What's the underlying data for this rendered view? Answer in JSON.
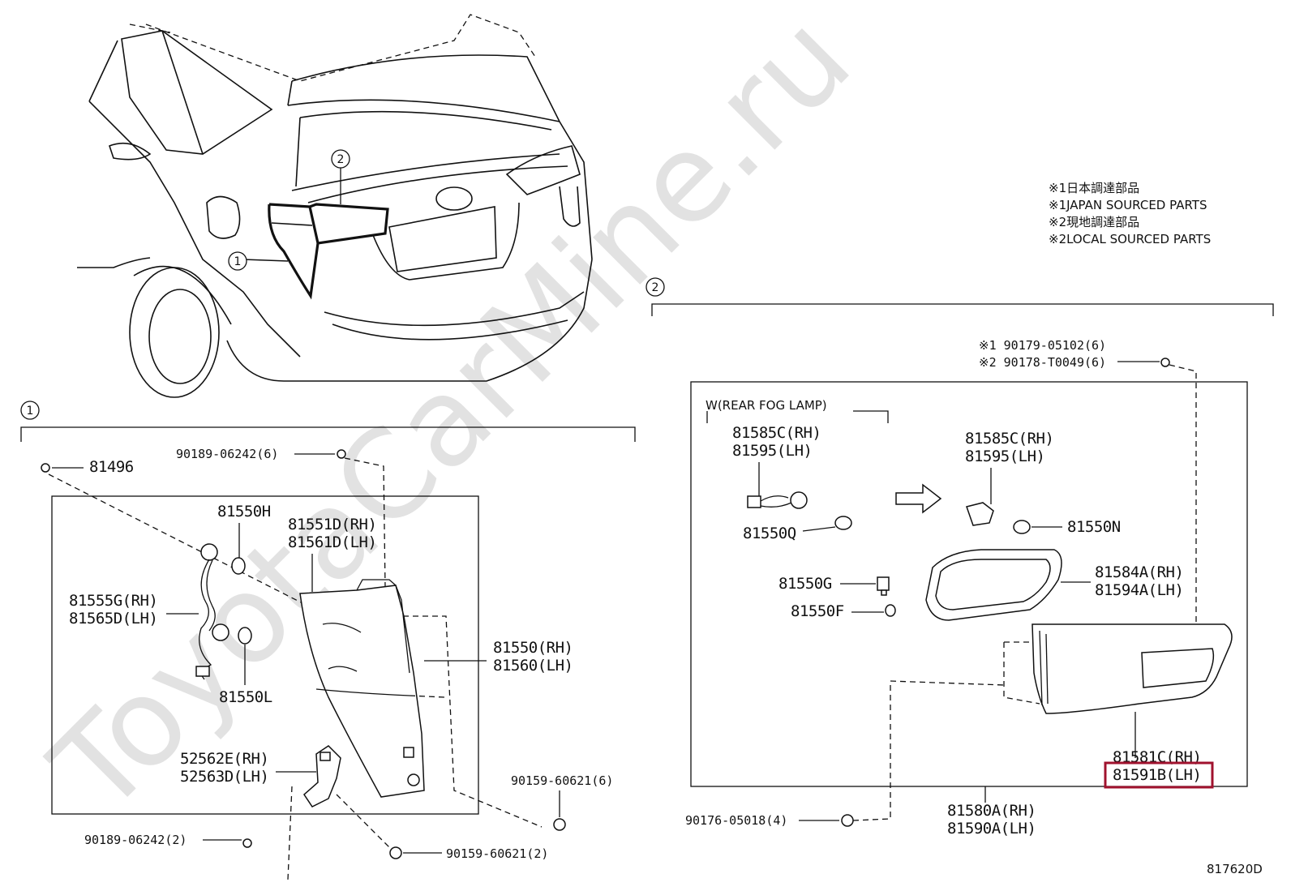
{
  "notes": {
    "line1": "※1日本調達部品",
    "line2": "※1JAPAN SOURCED PARTS",
    "line3": "※2現地調達部品",
    "line4": "※2LOCAL SOURCED PARTS"
  },
  "watermark": "ToyotaCarMine.ru",
  "diagram_code": "817620D",
  "callouts": {
    "one": "1",
    "two": "2"
  },
  "group1": {
    "p81496": "81496",
    "p90189_06242_6": "90189-06242(6)",
    "p81550H": "81550H",
    "p81551D": "81551D(RH)",
    "p81561D": "81561D(LH)",
    "p81555G": "81555G(RH)",
    "p81565D": "81565D(LH)",
    "p81550RH": "81550(RH)",
    "p81560LH": "81560(LH)",
    "p81550L": "81550L",
    "p52562E": "52562E(RH)",
    "p52563D": "52563D(LH)",
    "p90159_60621_6": "90159-60621(6)",
    "p90189_06242_2": "90189-06242(2)",
    "p90159_60621_2": "90159-60621(2)"
  },
  "group2": {
    "p90179": "※1 90179-05102(6)",
    "p90178": "※2 90178-T0049(6)",
    "fog_label": "W(REAR FOG LAMP)",
    "p81585C_a": "81585C(RH)",
    "p81595_a": "81595(LH)",
    "p81550Q": "81550Q",
    "p81585C_b": "81585C(RH)",
    "p81595_b": "81595(LH)",
    "p81550N": "81550N",
    "p81550G": "81550G",
    "p81550F": "81550F",
    "p81584A": "81584A(RH)",
    "p81594A": "81594A(LH)",
    "p81581C": "81581C(RH)",
    "p81591B": "81591B(LH)",
    "p90176": "90176-05018(4)",
    "p81580A": "81580A(RH)",
    "p81590A": "81590A(LH)"
  }
}
